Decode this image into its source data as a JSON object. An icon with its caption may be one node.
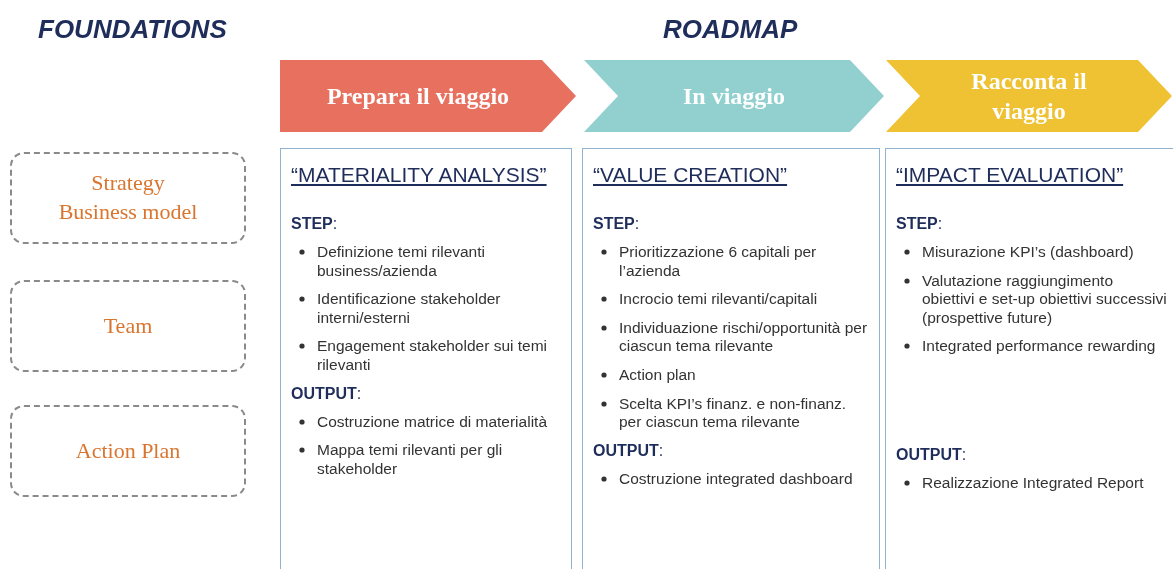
{
  "diagram": {
    "nodes": [
      {
        "text": [
          "Strategy Business model"
        ]
      },
      {
        "text": [
          "Team"
        ]
      },
      {
        "text": [
          "Action Plan"
        ]
      },
      {
        "text": [
          "Prepara il viaggio"
        ]
      },
      {
        "text": [
          "In viaggio"
        ]
      },
      {
        "text": [
          "Racconta il viaggio"
        ]
      },
      {
        "text": [
          "“MATERIALITY ANALYSIS”",
          "**STEP**:",
          "Definizione temi rilevanti business/azienda",
          "Identificazione stakeholder interni/esterni",
          "Engagement stakeholder sui temi rilevanti",
          "**OUTPUT**:",
          "Costruzione matrice di materialità",
          "Mappa temi rilevanti per gli stakeholder"
        ]
      },
      {
        "text": [
          "“VALUE CREATION”",
          "**STEP**:",
          "Prioritizzazione 6 capitali per l’azienda",
          "Incrocio temi rilevanti/capitali",
          "Individuazione rischi/opportunità per ciascun tema rilevante",
          "Action plan",
          "Scelta KPI’s finanz. e non-finanz. per ciascun tema rilevante",
          "**OUTPUT**:",
          "Costruzione integrated dashboard"
        ]
      },
      {
        "text": [
          "“IMPACT EVALUATION”",
          "**STEP**:",
          "Misurazione KPI’s (dashboard)",
          "Valutazione raggiungimento obiettivi e set-up obiettivi successivi (prospettive future)",
          "Integrated performance rewarding",
          "**OUTPUT**:",
          "Realizzazione Integrated Report"
        ]
      }
    ],
    "labels": [
      "FOUNDATIONS",
      "ROADMAP"
    ]
  }
}
